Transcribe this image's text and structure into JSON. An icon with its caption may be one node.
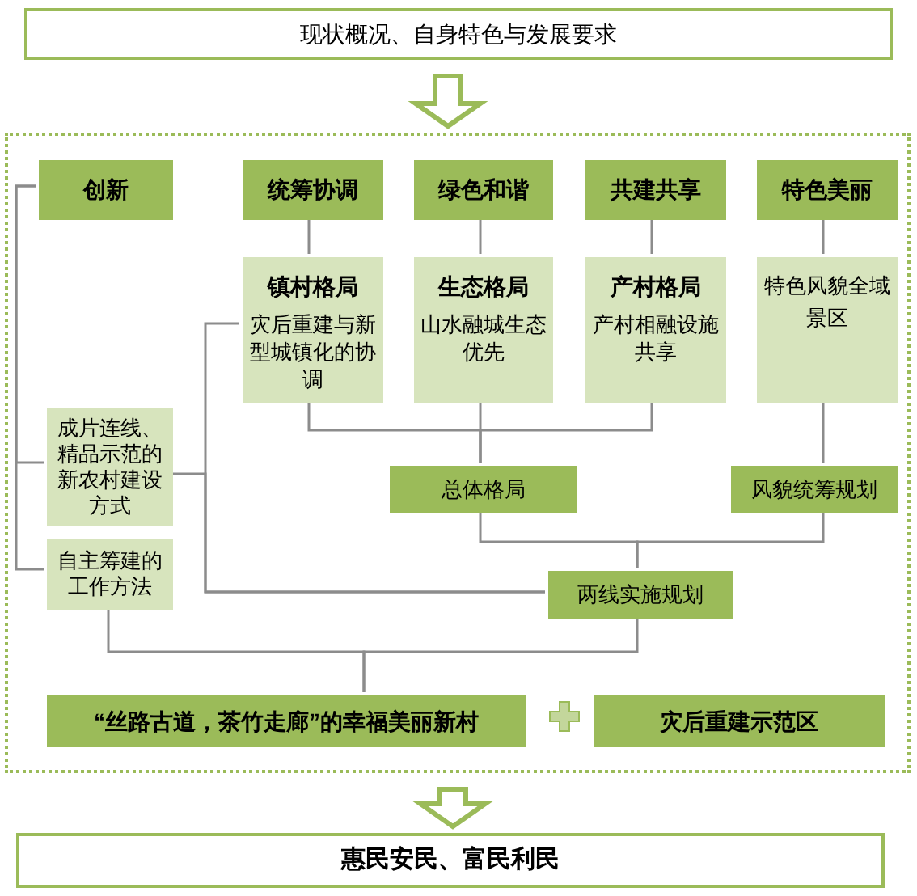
{
  "diagram": {
    "nodes": [
      {
        "text": [
          "现状概况、自身特色与发展要求"
        ]
      },
      {
        "text": [],
        "shape": "box"
      },
      {
        "text": [
          "创新"
        ],
        "in": 1
      },
      {
        "text": [
          "统筹协调"
        ],
        "in": 1
      },
      {
        "text": [
          "绿色和谐"
        ],
        "in": 1
      },
      {
        "text": [
          "共建共享"
        ],
        "in": 1
      },
      {
        "text": [
          "特色美丽"
        ],
        "in": 1
      },
      {
        "text": [
          "镇村格局",
          "灾后重建与新型城镇化的协调"
        ],
        "in": 1
      },
      {
        "text": [
          "生态格局",
          "山水融城生态优先"
        ],
        "in": 1
      },
      {
        "text": [
          "产村格局",
          "产村相融设施共享"
        ],
        "in": 1
      },
      {
        "text": [
          "特色风貌全域景区"
        ],
        "in": 1
      },
      {
        "text": [
          "成片连线、精品示范的新农村建设方式"
        ],
        "in": 1
      },
      {
        "text": [
          "自主筹建的工作方法"
        ],
        "in": 1
      },
      {
        "text": [
          "总体格局"
        ],
        "in": 1
      },
      {
        "text": [
          "风貌统筹规划"
        ],
        "in": 1
      },
      {
        "text": [
          "两线实施规划"
        ],
        "in": 1
      },
      {
        "text": [
          "“丝路古道，茶竹走廊”的幸福美丽新村"
        ],
        "in": 1
      },
      {
        "text": [
          "灾后重建示范区"
        ],
        "in": 1
      },
      {
        "text": [
          "惠民安民、富民利民"
        ]
      }
    ],
    "edges": [
      {
        "from": 0,
        "to": 1,
        "arrow": "to",
        "style": "thick",
        "color": "#9bbb59"
      },
      {
        "from": 1,
        "to": 18,
        "arrow": "to",
        "style": "thick",
        "color": "#9bbb59"
      },
      {
        "from": 2,
        "to": 11,
        "arrow": "none"
      },
      {
        "from": 2,
        "to": 12,
        "arrow": "none"
      },
      {
        "from": 3,
        "to": 7,
        "arrow": "none"
      },
      {
        "from": 4,
        "to": 8,
        "arrow": "none"
      },
      {
        "from": 5,
        "to": 9,
        "arrow": "none"
      },
      {
        "from": 6,
        "to": 10,
        "arrow": "none"
      },
      {
        "from": 7,
        "to": 13,
        "arrow": "none"
      },
      {
        "from": 8,
        "to": 13,
        "arrow": "none"
      },
      {
        "from": 9,
        "to": 13,
        "arrow": "none"
      },
      {
        "from": 10,
        "to": 14,
        "arrow": "none"
      },
      {
        "from": 13,
        "to": 15,
        "arrow": "none"
      },
      {
        "from": 14,
        "to": 15,
        "arrow": "none"
      },
      {
        "from": 7,
        "to": 15,
        "arrow": "none"
      },
      {
        "from": 11,
        "to": 15,
        "arrow": "none"
      },
      {
        "from": 12,
        "to": 16,
        "arrow": "none"
      },
      {
        "from": 15,
        "to": 16,
        "arrow": "none"
      }
    ]
  }
}
